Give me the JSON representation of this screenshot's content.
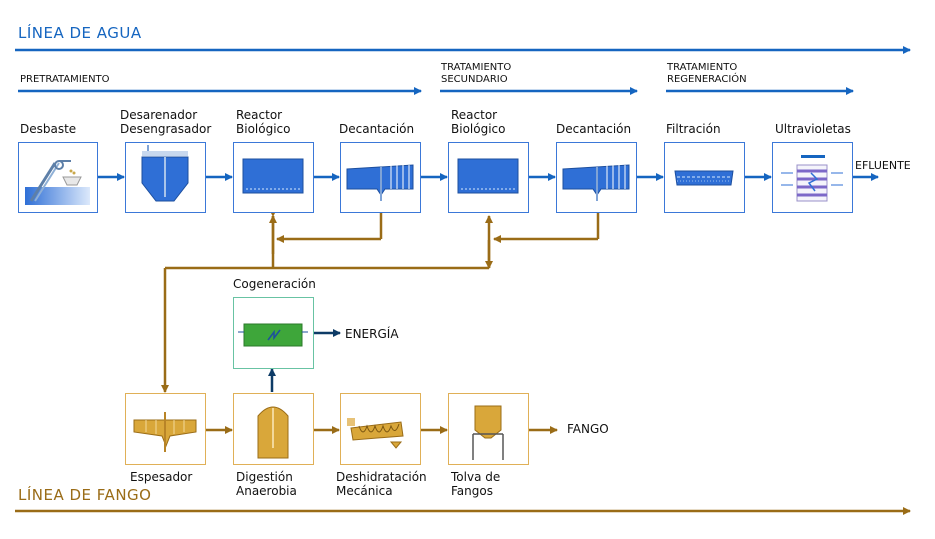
{
  "water_line": {
    "title": "LÍNEA DE AGUA",
    "stages": {
      "pretreatment": "PRETRATAMIENTO",
      "secondary": [
        "TRATAMIENTO",
        "SECUNDARIO"
      ],
      "regeneration": [
        "TRATAMIENTO",
        "REGENERACIÓN"
      ]
    },
    "units": {
      "desbaste": [
        "Desbaste"
      ],
      "desarenador": [
        "Desarenador",
        "Desengrasador"
      ],
      "reactor1": [
        "Reactor",
        "Biológico"
      ],
      "decantacion1": [
        "Decantación"
      ],
      "reactor2": [
        "Reactor",
        "Biológico"
      ],
      "decantacion2": [
        "Decantación"
      ],
      "filtracion": [
        "Filtración"
      ],
      "ultravioletas": [
        "Ultravioletas"
      ]
    },
    "output": "EFLUENTE"
  },
  "sludge_line": {
    "title": "LÍNEA DE FANGO",
    "cogeneration": "Cogeneración",
    "energy_output": "ENERGÍA",
    "units": {
      "espesador": [
        "Espesador"
      ],
      "digestion": [
        "Digestión",
        "Anaerobia"
      ],
      "deshidratacion": [
        "Deshidratación",
        "Mecánica"
      ],
      "tolva": [
        "Tolva de",
        "Fangos"
      ]
    },
    "output": "FANGO"
  },
  "colors": {
    "water": "#1565c0",
    "sludge": "#9a6c17",
    "energy": "#0d3b66",
    "water_box_border": "#3b78d8",
    "sludge_box_border": "#e0b057",
    "cogeneration_border": "#68c3a3"
  }
}
